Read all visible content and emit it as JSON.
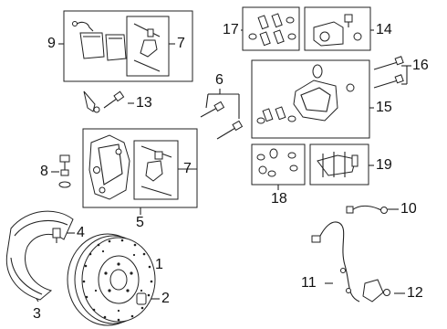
{
  "callouts": {
    "c1": "1",
    "c2": "2",
    "c3": "3",
    "c4": "4",
    "c5": "5",
    "c6": "6",
    "c7a": "7",
    "c7b": "7",
    "c8": "8",
    "c9": "9",
    "c10": "10",
    "c11": "11",
    "c12": "12",
    "c13": "13",
    "c14": "14",
    "c15": "15",
    "c16": "16",
    "c17": "17",
    "c18": "18",
    "c19": "19"
  }
}
